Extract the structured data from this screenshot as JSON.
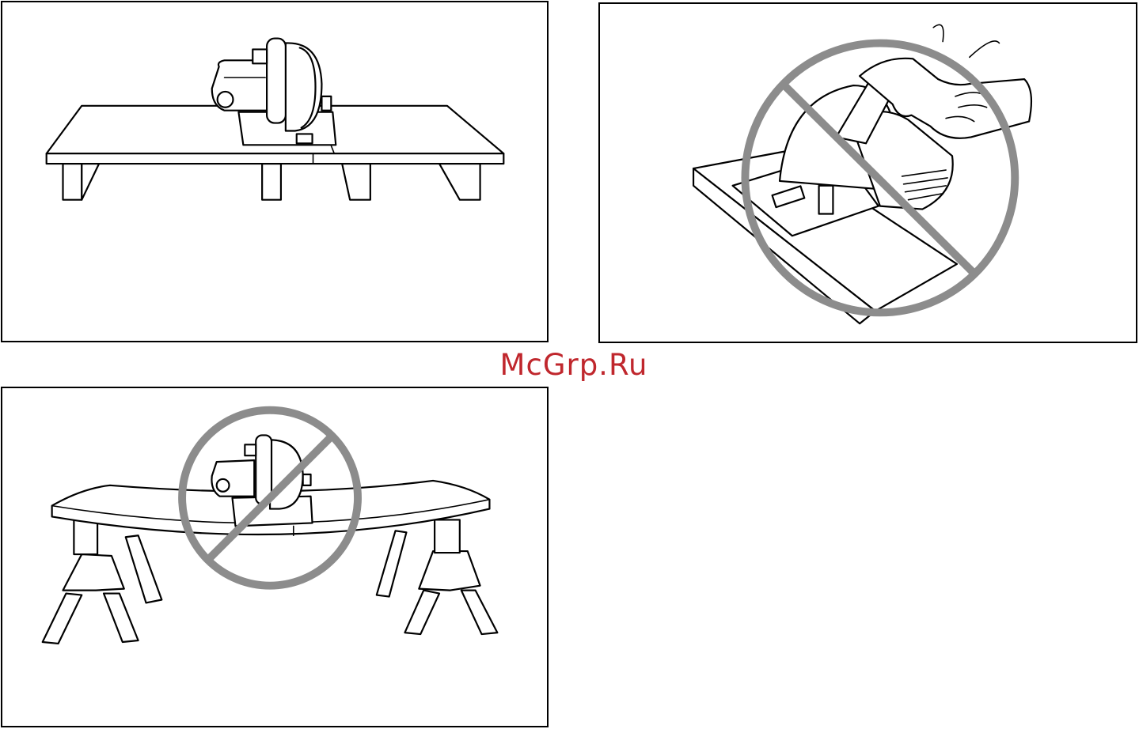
{
  "watermark": {
    "text": "McGrp.Ru",
    "color": "#c0272d"
  },
  "prohibition_color": "#8c8c8c",
  "figures": [
    {
      "id": "fig-correct-support",
      "icon": "saw-on-supported-board-icon",
      "prohibited": false
    },
    {
      "id": "fig-hand-behind-saw",
      "icon": "hand-behind-saw-icon",
      "prohibited": true
    },
    {
      "id": "fig-sagging-board",
      "icon": "saw-on-sagging-board-icon",
      "prohibited": true
    }
  ]
}
